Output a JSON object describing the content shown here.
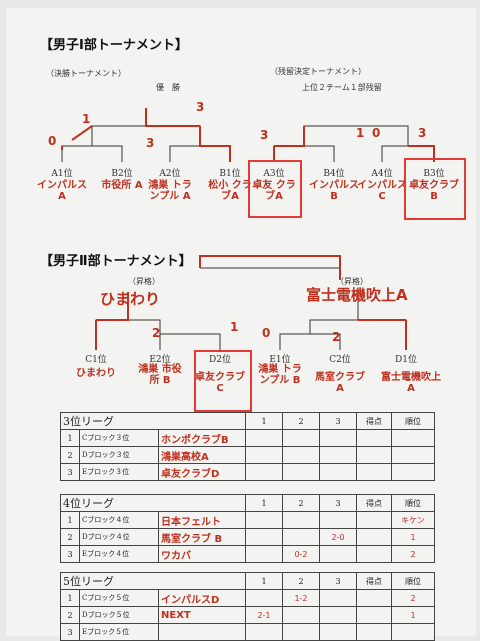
{
  "section1": {
    "title": "【男子Ⅰ部トーナメント】",
    "left_subtitle": "（決勝トーナメント）",
    "left_winner": "優　勝",
    "right_subtitle": "（残留決定トーナメント）",
    "right_note": "上位２チーム１部残留",
    "left_seeds": [
      "A1位",
      "B2位",
      "A2位",
      "B1位"
    ],
    "left_teams": [
      "インパルス A",
      "市役所 A",
      "鴻巣 トランプル A",
      "松小 クラブA"
    ],
    "left_scores": [
      "0",
      "1",
      "3",
      "3"
    ],
    "right_seeds": [
      "A3位",
      "B4位",
      "A4位",
      "B3位"
    ],
    "right_teams": [
      "卓友 クラブA",
      "インパルス B",
      "インパルス C",
      "卓友クラブ B"
    ],
    "right_scores": [
      "3",
      "1",
      "0",
      "3"
    ]
  },
  "section2": {
    "title": "【男子Ⅱ部トーナメント】",
    "promo_left": "（昇格）",
    "promo_right": "（昇格）",
    "winner_left": "ひまわり",
    "winner_right": "富士電機吹上A",
    "seeds": [
      "C1位",
      "E2位",
      "D2位",
      "E1位",
      "C2位",
      "D1位"
    ],
    "teams": [
      "ひまわり",
      "鴻巣 市役所 B",
      "卓友クラブ C",
      "鴻巣 トランプル B",
      "馬室クラブ A",
      "富士電機吹上 A"
    ],
    "scores": [
      "2",
      "1",
      "0",
      "2"
    ]
  },
  "league3": {
    "title": "3位リーグ",
    "headers": [
      "1",
      "2",
      "3",
      "得点",
      "順位"
    ],
    "rows": [
      {
        "num": "1",
        "label": "Cブロック３位",
        "team": "ホンポクラブB"
      },
      {
        "num": "2",
        "label": "Dブロック３位",
        "team": "鴻巣高校A"
      },
      {
        "num": "3",
        "label": "Eブロック３位",
        "team": "卓友クラブD"
      }
    ]
  },
  "league4": {
    "title": "4位リーグ",
    "headers": [
      "1",
      "2",
      "3",
      "得点",
      "順位"
    ],
    "rows": [
      {
        "num": "1",
        "label": "Cブロック４位",
        "team": "日本フェルト",
        "r1": "",
        "r2": "",
        "r3": "",
        "rank": "キケン"
      },
      {
        "num": "2",
        "label": "Dブロック４位",
        "team": "馬室クラブ B",
        "r1": "",
        "r2": "",
        "r3": "2-0",
        "rank": "1"
      },
      {
        "num": "3",
        "label": "Eブロック４位",
        "team": "ワカバ",
        "r1": "",
        "r2": "0-2",
        "r3": "",
        "rank": "2"
      }
    ]
  },
  "league5": {
    "title": "5位リーグ",
    "headers": [
      "1",
      "2",
      "3",
      "得点",
      "順位"
    ],
    "rows": [
      {
        "num": "1",
        "label": "Cブロック５位",
        "team": "インパルスD",
        "r2": "1-2",
        "rank": "2"
      },
      {
        "num": "2",
        "label": "Dブロック５位",
        "team": "NEXT",
        "r1": "2-1",
        "rank": "1"
      },
      {
        "num": "3",
        "label": "Eブロック５位",
        "team": ""
      }
    ]
  }
}
